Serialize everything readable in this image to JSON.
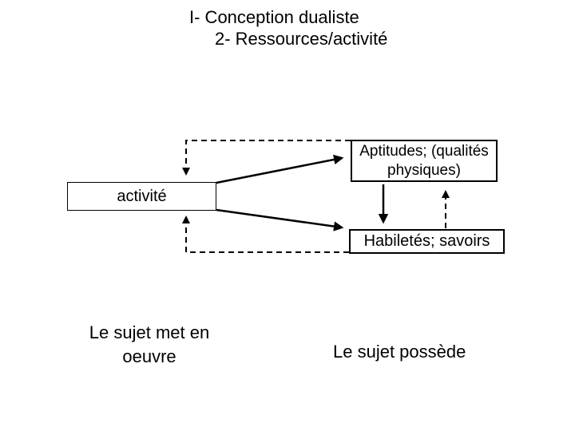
{
  "slide": {
    "title_line1": "I- Conception dualiste",
    "title_line2": "2- Ressources/activité"
  },
  "diagram": {
    "activity_label": "activité",
    "aptitudes_label": "Aptitudes; (qualités physiques)",
    "skills_label": "Habiletés; savoirs",
    "caption_left": "Le sujet met en oeuvre",
    "caption_right": "Le sujet possède"
  },
  "colors": {
    "background": "#ffffff",
    "foreground": "#000000"
  }
}
